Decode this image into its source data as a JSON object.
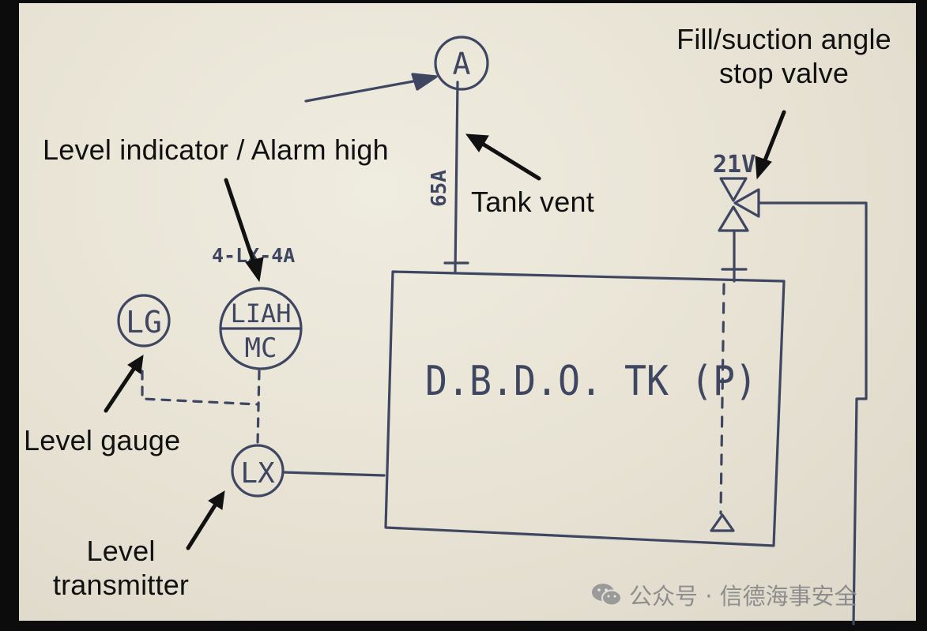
{
  "diagram": {
    "tank": {
      "label": "D.B.D.O. TK (P)"
    },
    "instruments": {
      "vent_symbol": "A",
      "level_gauge": "LG",
      "level_indicator_top": "LIAH",
      "level_indicator_bottom": "MC",
      "level_transmitter": "LX",
      "instrument_tag": "4-LX-4A",
      "vent_size": "65A",
      "valve_tag": "21V"
    },
    "annotations": {
      "level_indicator": "Level indicator / Alarm high",
      "tank_vent": "Tank vent",
      "fill_valve_line1": "Fill/suction angle",
      "fill_valve_line2": "stop valve",
      "level_gauge": "Level gauge",
      "level_transmitter_line1": "Level",
      "level_transmitter_line2": "transmitter"
    },
    "colors": {
      "ink": "#3f4661",
      "paper": "#e9e5d7",
      "arrow": "#111111"
    }
  },
  "watermark": {
    "icon": "wechat-icon",
    "text": "公众号 · 信德海事安全"
  }
}
